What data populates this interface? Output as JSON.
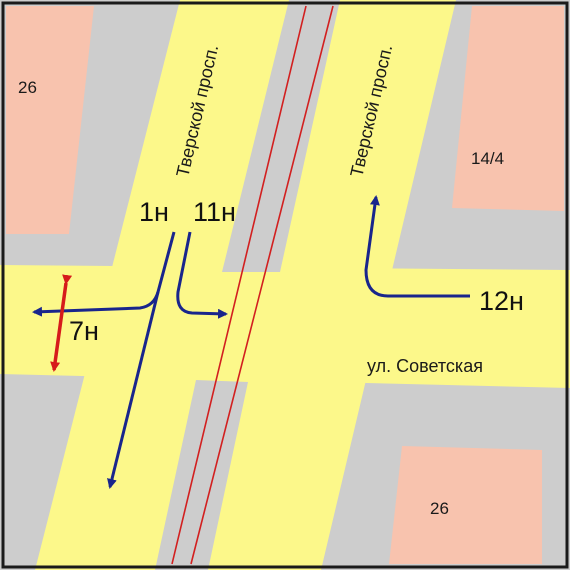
{
  "streets": {
    "tverskoy_left": "Тверской просп.",
    "tverskoy_right": "Тверской просп.",
    "sovetskaya": "ул. Советская"
  },
  "buildings": {
    "top_left": "26",
    "top_right": "14/4",
    "bottom_right": "26"
  },
  "phases": {
    "p1": "1н",
    "p11": "11н",
    "p7": "7н",
    "p12": "12н"
  },
  "colors": {
    "road": "#fcf88a",
    "sidewalk": "#cdcdcd",
    "building": "#f8c3ae",
    "tram_line": "#d21f1f",
    "vehicle_arrow": "#19258c",
    "pedestrian_arrow": "#d61b1b",
    "frame": "#1a1a1a"
  }
}
